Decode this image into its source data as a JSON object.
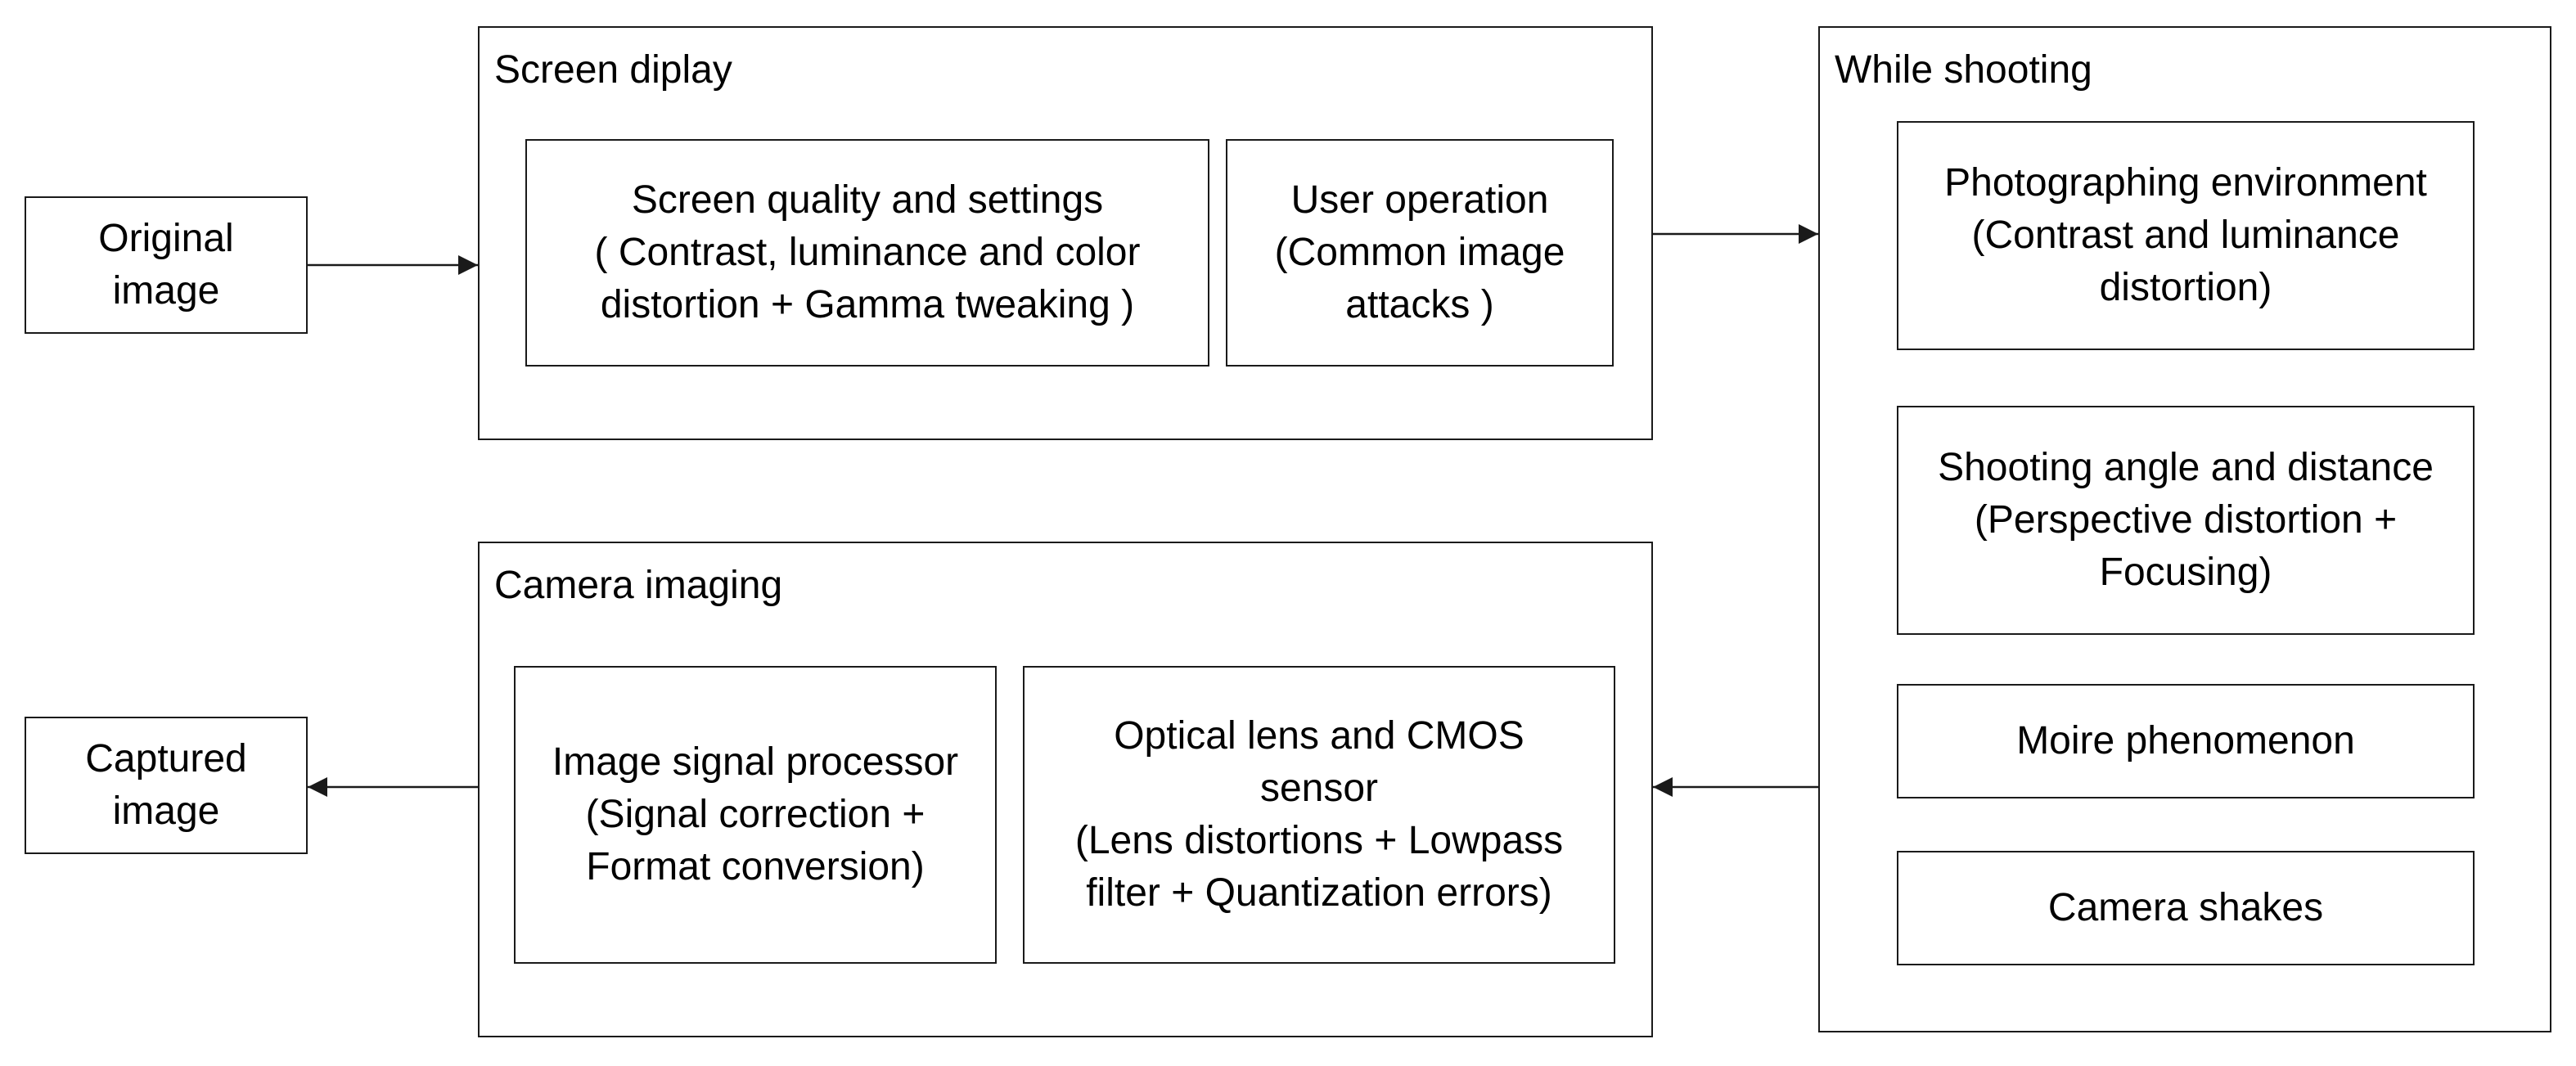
{
  "nodes": {
    "original_image": "Original\nimage",
    "captured_image": "Captured\nimage",
    "screen_quality": "Screen quality and  settings\n( Contrast, luminance and color\ndistortion + Gamma tweaking )",
    "user_operation": "User operation\n(Common image\nattacks )",
    "photographing_environment": "Photographing environment\n(Contrast and luminance\ndistortion)",
    "shooting_angle": "Shooting angle and distance\n(Perspective distortion +\nFocusing)",
    "moire": "Moire phenomenon",
    "camera_shakes": "Camera shakes",
    "image_signal_processor": "Image signal processor\n(Signal correction +\nFormat conversion)",
    "optical_lens": "Optical lens and CMOS\nsensor\n(Lens distortions + Lowpass\nfilter + Quantization errors)"
  },
  "groups": {
    "screen_display": "Screen diplay",
    "while_shooting": "While shooting",
    "camera_imaging": "Camera imaging"
  },
  "edges": [
    {
      "from": "original_image",
      "to": "screen_display"
    },
    {
      "from": "screen_display",
      "to": "while_shooting"
    },
    {
      "from": "while_shooting",
      "to": "camera_imaging"
    },
    {
      "from": "camera_imaging",
      "to": "captured_image"
    }
  ]
}
